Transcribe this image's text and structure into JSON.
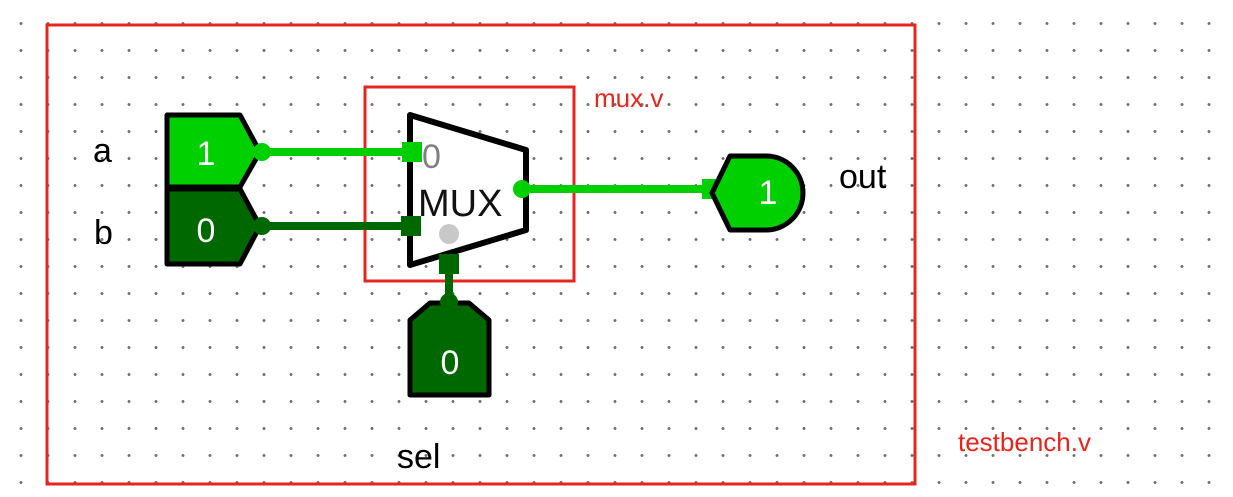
{
  "modules": {
    "testbench_label": "testbench.v",
    "mux_label": "mux.v"
  },
  "inputs": [
    {
      "label": "a",
      "value": "1",
      "color": "#00d000"
    },
    {
      "label": "b",
      "value": "0",
      "color": "#006800"
    },
    {
      "label": "sel",
      "value": "0",
      "color": "#006800"
    }
  ],
  "output": {
    "label": "out",
    "value": "1",
    "color": "#00d000"
  },
  "mux": {
    "label": "MUX",
    "input0_label": "0"
  },
  "colors": {
    "high": "#00d000",
    "low": "#006800",
    "module_border": "#e8251c",
    "outline": "#000000"
  }
}
